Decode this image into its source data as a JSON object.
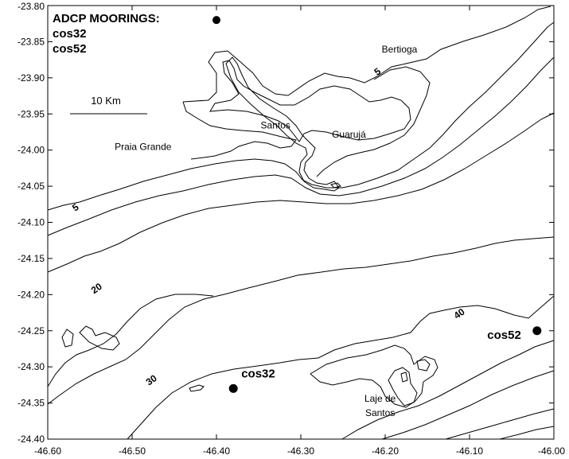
{
  "legend": {
    "title": "ADCP MOORINGS:",
    "items": [
      "cos32",
      "cos52"
    ]
  },
  "scale_bar": {
    "label": "10 Km"
  },
  "axes": {
    "x": {
      "range": [
        -46.6,
        -46.0
      ],
      "ticks": [
        "-46.60",
        "-46.50",
        "-46.40",
        "-46.30",
        "-46.20",
        "-46.10",
        "-46.00"
      ]
    },
    "y": {
      "range": [
        -24.4,
        -23.8
      ],
      "ticks": [
        "-23.80",
        "-23.85",
        "-23.90",
        "-23.95",
        "-24.00",
        "-24.05",
        "-24.10",
        "-24.15",
        "-24.20",
        "-24.25",
        "-24.30",
        "-24.35",
        "-24.40"
      ]
    }
  },
  "places": [
    {
      "name": "Bertioga",
      "lon": -46.183,
      "lat": -23.865
    },
    {
      "name": "Santos",
      "lon": -46.33,
      "lat": -23.97
    },
    {
      "name": "Guarujá",
      "lon": -46.243,
      "lat": -23.983
    },
    {
      "name": "Praia Grande",
      "lon": -46.487,
      "lat": -24.0
    },
    {
      "name": "Laje de",
      "lon": -46.206,
      "lat": -24.348
    },
    {
      "name": "Santos",
      "lon": -46.206,
      "lat": -24.368
    }
  ],
  "contour_labels": [
    {
      "text": "5",
      "lon": -46.565,
      "lat": -24.083
    },
    {
      "text": "5",
      "lon": -46.207,
      "lat": -23.895
    },
    {
      "text": "20",
      "lon": -46.54,
      "lat": -24.195
    },
    {
      "text": "30",
      "lon": -46.475,
      "lat": -24.322
    },
    {
      "text": "40",
      "lon": -46.11,
      "lat": -24.23
    }
  ],
  "moorings": [
    {
      "name": "cos32",
      "lon": -46.38,
      "lat": -24.33
    },
    {
      "name": "cos52",
      "lon": -46.02,
      "lat": -24.25
    }
  ],
  "legend_dot": {
    "lon": -46.4,
    "lat": -23.82
  }
}
